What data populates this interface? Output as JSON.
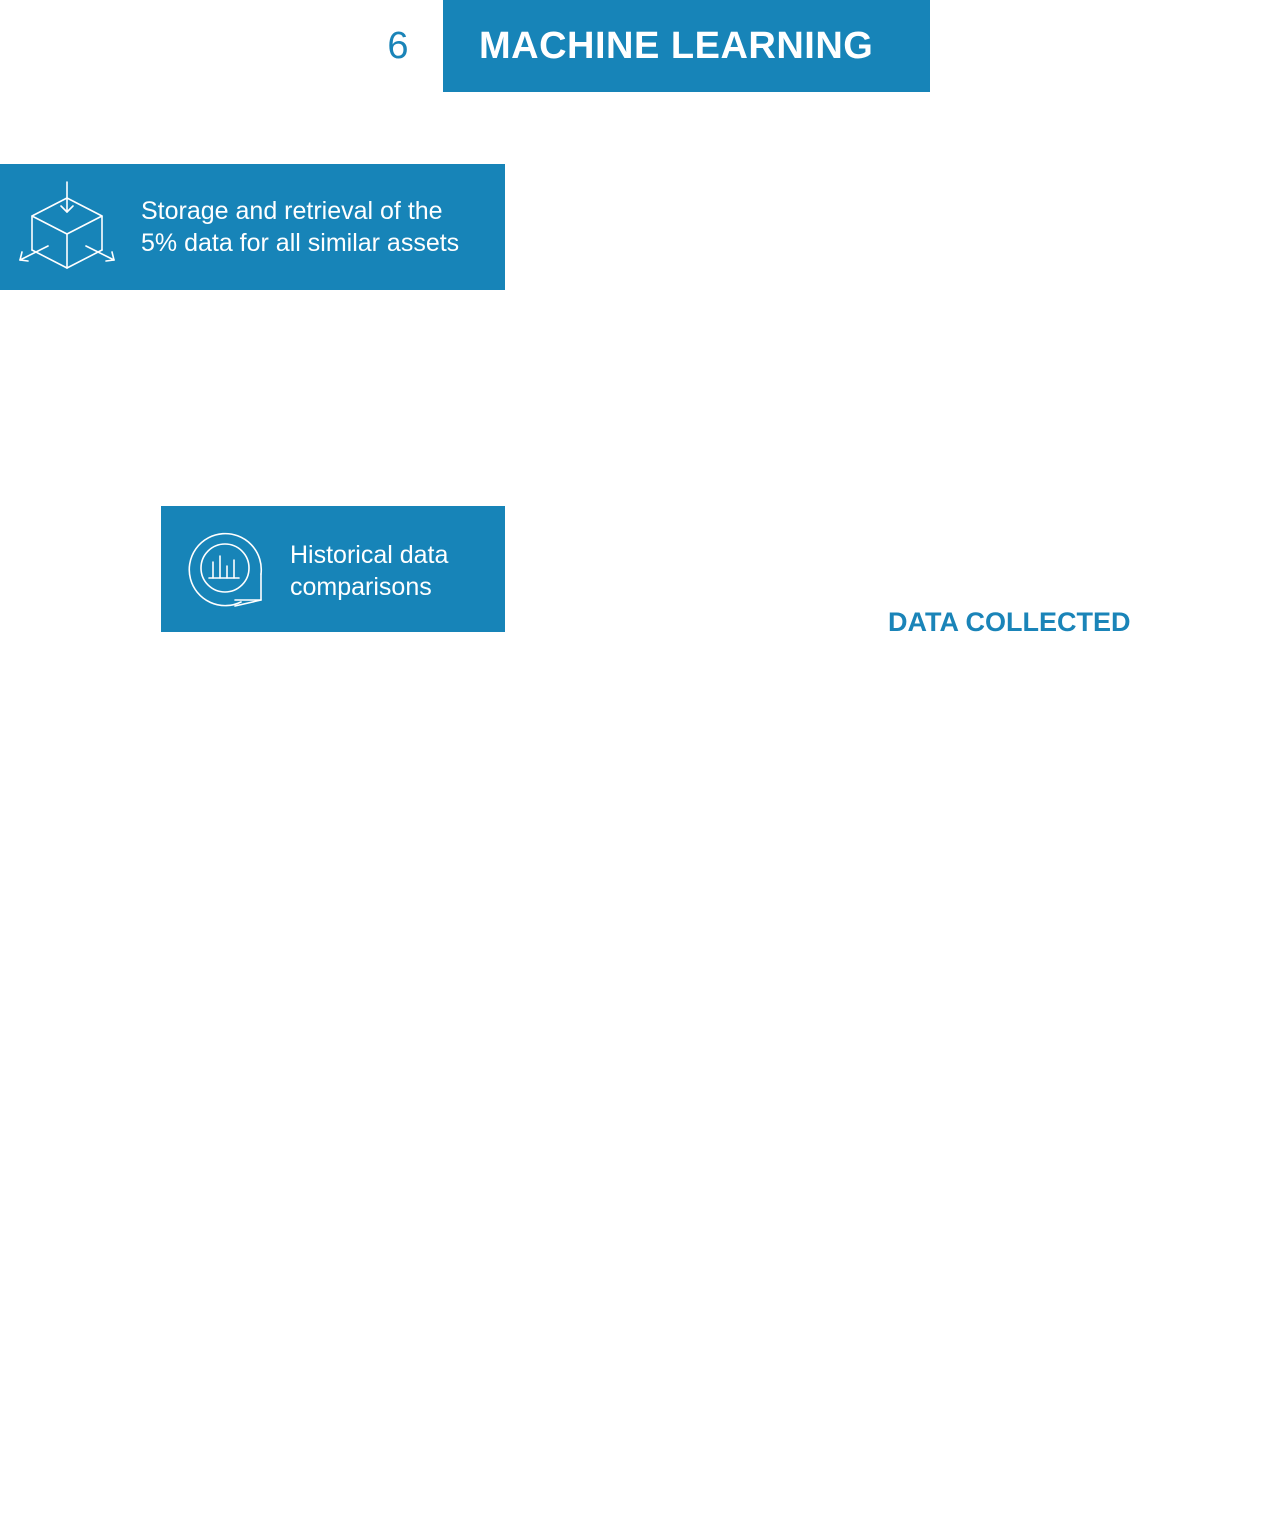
{
  "header": {
    "step_number": "6",
    "title": "MACHINE LEARNING"
  },
  "boxes": [
    {
      "icon": "cube-storage-icon",
      "lines": [
        "Storage and retrieval of the",
        "5% data for all similar assets"
      ]
    },
    {
      "icon": "history-chart-icon",
      "lines": [
        "Historical data",
        "comparisons"
      ]
    }
  ],
  "label_data_collected": "DATA COLLECTED",
  "colors": {
    "accent": "#1784b8",
    "text_on_accent": "#ffffff"
  }
}
